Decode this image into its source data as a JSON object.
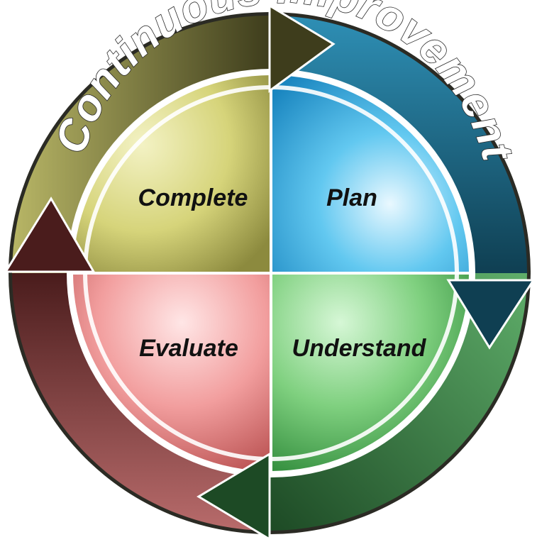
{
  "title": "Continuous Improvement",
  "quadrants": [
    {
      "id": "complete",
      "label": "Complete",
      "color": "#d9d77e"
    },
    {
      "id": "plan",
      "label": "Plan",
      "color": "#5cc3ee"
    },
    {
      "id": "understand",
      "label": "Understand",
      "color": "#8fd98f"
    },
    {
      "id": "evaluate",
      "label": "Evaluate",
      "color": "#f3a3a3"
    }
  ],
  "colors": {
    "olive_arrow": "#6e6c3a",
    "teal_arrow": "#1f6e8c",
    "green_arrow": "#2f6e3a",
    "maroon_arrow": "#6e2e2e",
    "divider": "#ffffff"
  }
}
